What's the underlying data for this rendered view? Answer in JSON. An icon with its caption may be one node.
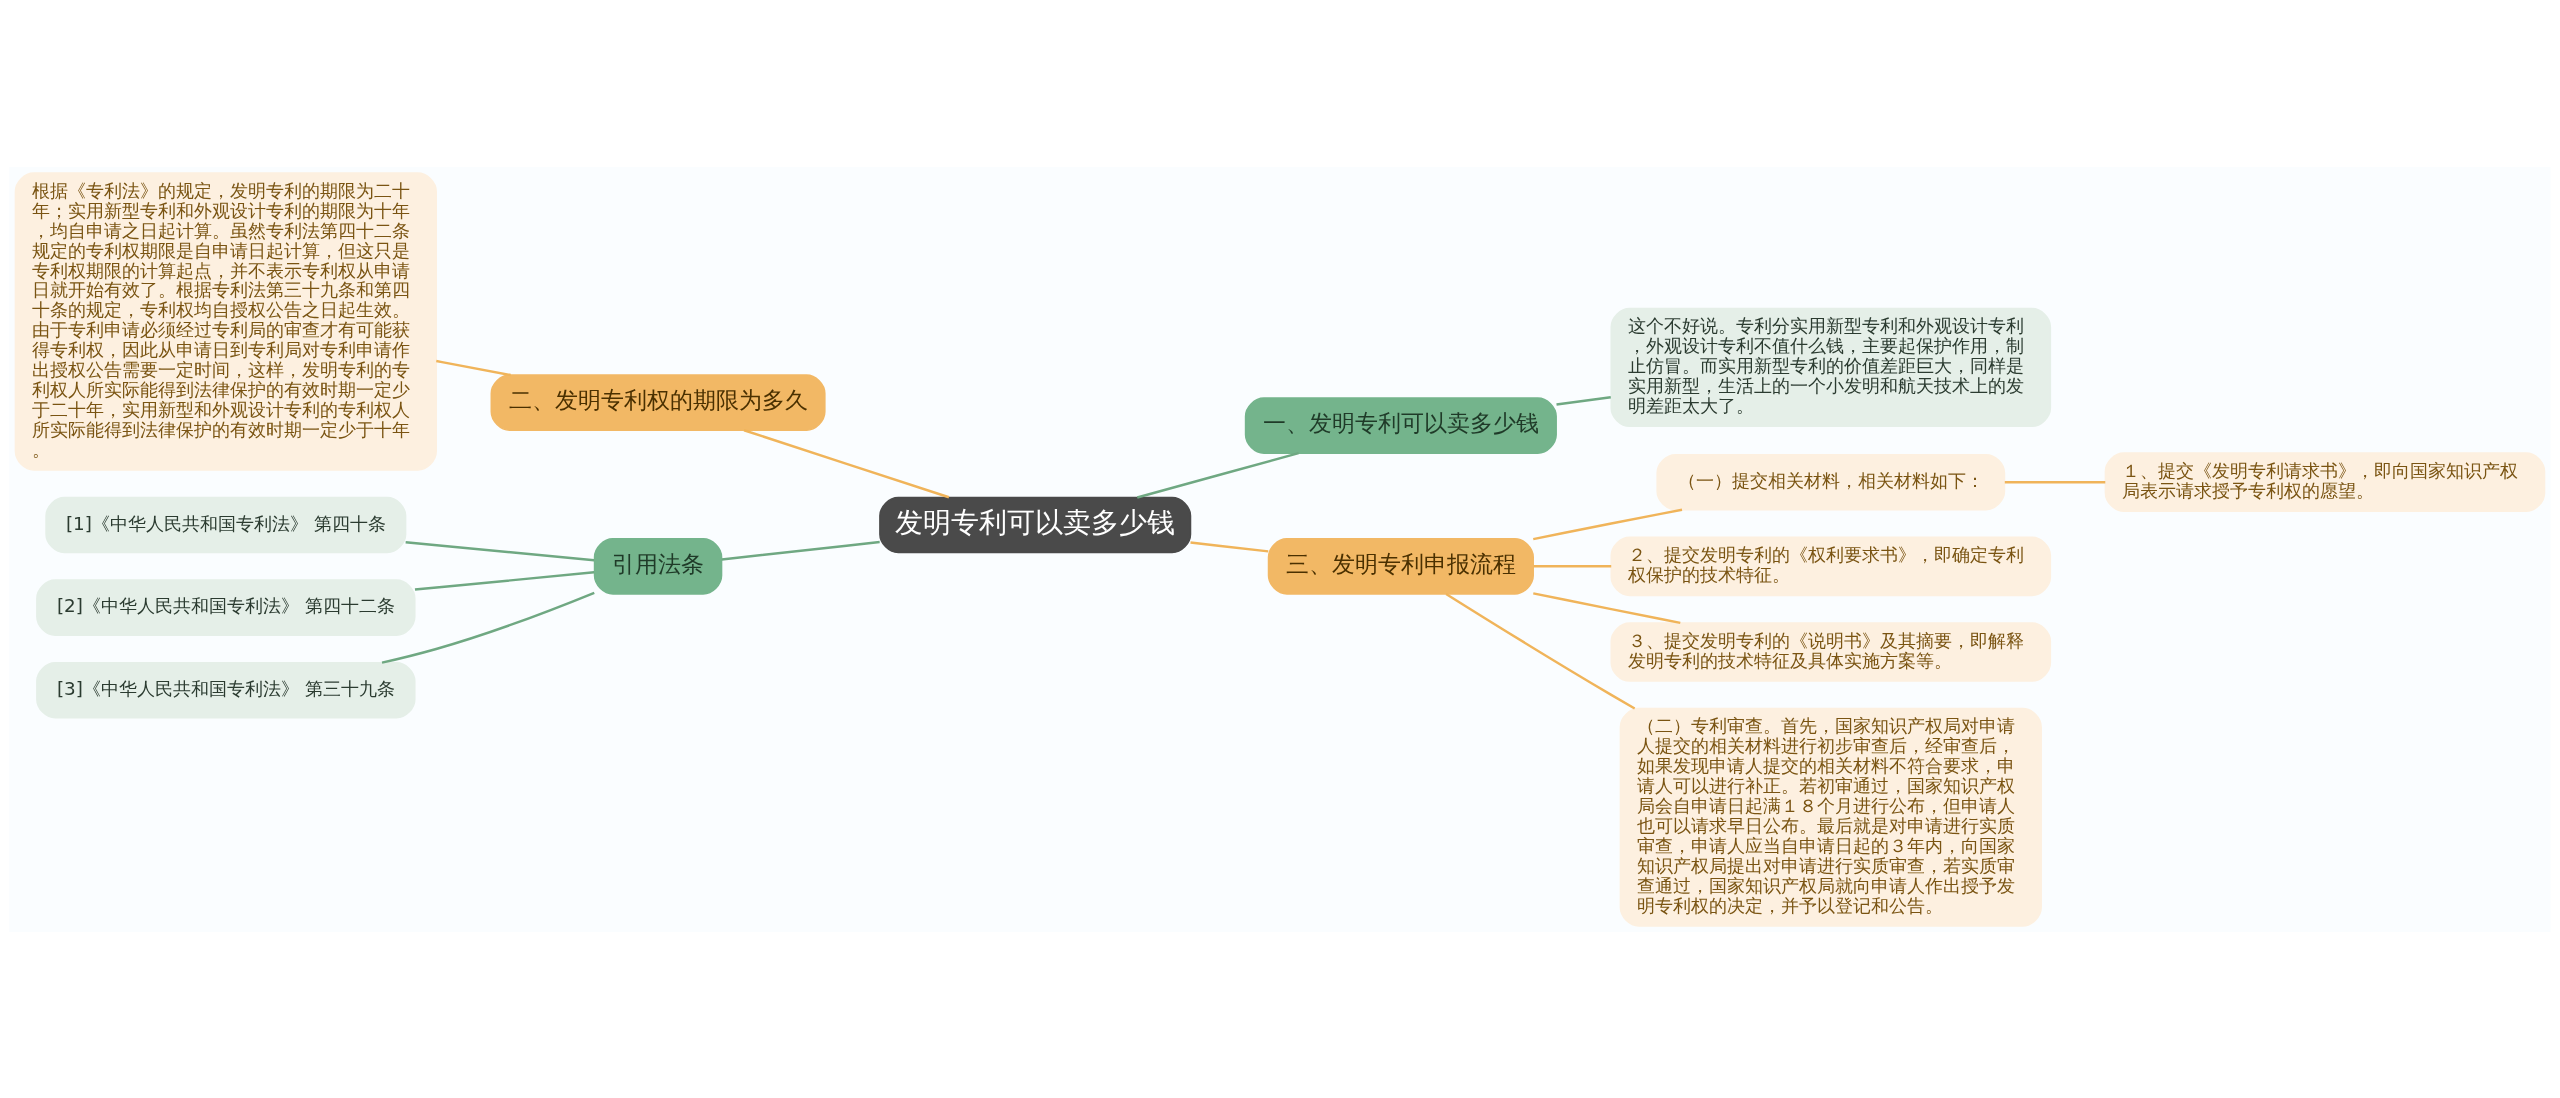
{
  "diagram": {
    "nodes": [
      {
        "text": [
          "发明专利可以卖多少钱"
        ]
      },
      {
        "text": [
          "一、发明专利可以卖多少钱"
        ]
      },
      {
        "text": [
          "这个不好说。专利分实用新型专利和外观设计专利，外观设计专利不值什么钱，主要起保护作用，制止仿冒。而实用新型专利的价值差距巨大，同样是实用新型，生活上的一个小发明和航天技术上的发明差距太大了。"
        ]
      },
      {
        "text": [
          "三、发明专利申报流程"
        ]
      },
      {
        "text": [
          "（一）提交相关材料，相关材料如下："
        ]
      },
      {
        "text": [
          "１、提交《发明专利请求书》，即向国家知识产权局表示请求授予专利权的愿望。"
        ]
      },
      {
        "text": [
          "２、提交发明专利的《权利要求书》，即确定专利权保护的技术特征。"
        ]
      },
      {
        "text": [
          "３、提交发明专利的《说明书》及其摘要，即解释发明专利的技术特征及具体实施方案等。"
        ]
      },
      {
        "text": [
          "（二）专利审查。首先，国家知识产权局对申请人提交的相关材料进行初步审查后，经审查后，如果发现申请人提交的相关材料不符合要求，申请人可以进行补正。若初审通过，国家知识产权局会自申请日起满１８个月进行公布，但申请人也可以请求早日公布。最后就是对申请进行实质审查，申请人应当自申请日起的３年内，向国家知识产权局提出对申请进行实质审查，若实质审查通过，国家知识产权局就向申请人作出授予发明专利权的决定，并予以登记和公告。"
        ]
      },
      {
        "text": [
          "二、发明专利权的期限为多久"
        ]
      },
      {
        "text": [
          "根据《专利法》的规定，发明专利的期限为二十年；实用新型专利和外观设计专利的期限为十年，均自申请之日起计算。虽然专利法第四十二条规定的专利权期限是自申请日起计算，但这只是专利权期限的计算起点，并不表示专利权从申请日就开始有效了。根据专利法第三十九条和第四十条的规定，专利权均自授权公告之日起生效。由于专利申请必须经过专利局的审查才有可能获得专利权，因此从申请日到专利局对专利申请作出授权公告需要一定时间，这样，发明专利的专利权人所实际能得到法律保护的有效时期一定少于二十年，实用新型和外观设计专利的专利权人所实际能得到法律保护的有效时期一定少于十年。"
        ]
      },
      {
        "text": [
          "引用法条"
        ]
      },
      {
        "text": [
          "[1]《中华人民共和国专利法》 第四十条"
        ]
      },
      {
        "text": [
          "[2]《中华人民共和国专利法》 第四十二条"
        ]
      },
      {
        "text": [
          "[3]《中华人民共和国专利法》 第三十九条"
        ]
      }
    ],
    "edges": [
      {
        "from": 0,
        "to": 1,
        "arrow": "none",
        "color": "#6fa882"
      },
      {
        "from": 1,
        "to": 2,
        "arrow": "none",
        "color": "#6fa882"
      },
      {
        "from": 0,
        "to": 3,
        "arrow": "none"
      },
      {
        "from": 3,
        "to": 4,
        "arrow": "none"
      },
      {
        "from": 4,
        "to": 5,
        "arrow": "none"
      },
      {
        "from": 3,
        "to": 6,
        "arrow": "none"
      },
      {
        "from": 3,
        "to": 7,
        "arrow": "none"
      },
      {
        "from": 3,
        "to": 8,
        "arrow": "none"
      },
      {
        "from": 0,
        "to": 9,
        "arrow": "none"
      },
      {
        "from": 9,
        "to": 10,
        "arrow": "none"
      },
      {
        "from": 0,
        "to": 11,
        "arrow": "none",
        "color": "#6fa882"
      },
      {
        "from": 11,
        "to": 12,
        "arrow": "none",
        "color": "#6fa882"
      },
      {
        "from": 11,
        "to": 13,
        "arrow": "none",
        "color": "#6fa882"
      },
      {
        "from": 11,
        "to": 14,
        "arrow": "none",
        "color": "#6fa882"
      }
    ]
  }
}
